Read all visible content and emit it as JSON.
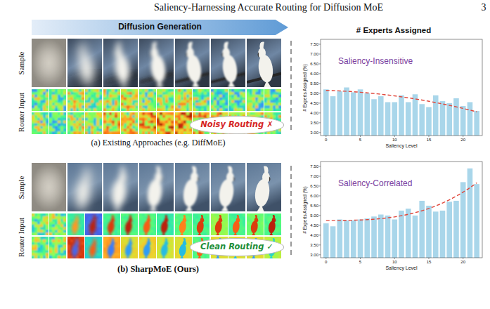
{
  "diagram": {
    "nodes": [
      {
        "text": [
          "Diffusion Generation"
        ]
      },
      {
        "text": [
          "Noisy Routing ✗"
        ]
      },
      {
        "text": [
          "Clean Routing ✓"
        ]
      }
    ],
    "labels": [
      "Saliency-Harnessing Accurate Routing for Diffusion MoE",
      "3",
      "Sample",
      "Router Input",
      "(a) Existing Approaches (e.g. DiffMoE)",
      "Sample",
      "Router Input",
      "(b) SharpMoE (Ours)",
      "# Experts Assigned",
      "3.00",
      "3.50",
      "4.00",
      "4.50",
      "5.00",
      "5.50",
      "6.00",
      "6.50",
      "7.00",
      "7.50",
      "0",
      "5",
      "10",
      "15",
      "20",
      "Saliency Level",
      "# Experts Assigned (%)",
      "Saliency-Insensitive",
      "3.00",
      "3.50",
      "4.00",
      "4.50",
      "5.00",
      "5.50",
      "6.00",
      "6.50",
      "7.00",
      "7.50",
      "0",
      "5",
      "10",
      "15",
      "20",
      "Saliency Level",
      "# Experts Assigned (%)",
      "Saliency-Correlated"
    ]
  }
}
